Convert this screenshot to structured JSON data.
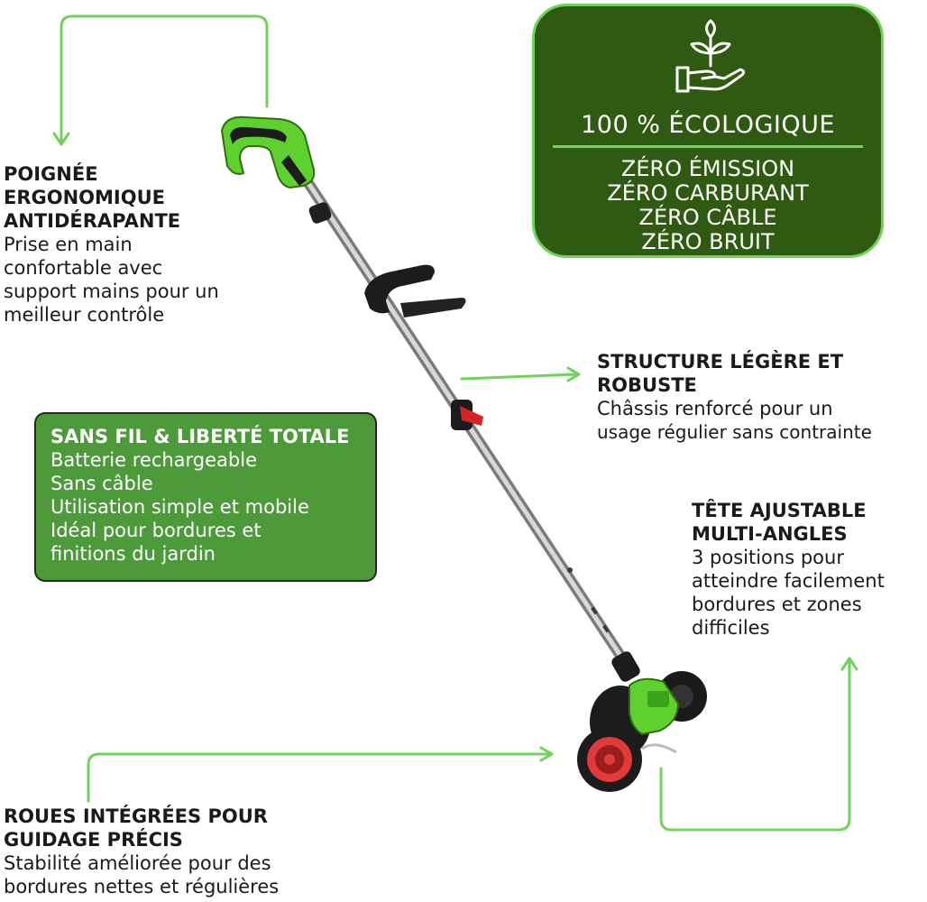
{
  "eco": {
    "title": "100 % ÉCOLOGIQUE",
    "lines": [
      "ZÉRO ÉMISSION",
      "ZÉRO CARBURANT",
      "ZÉRO CÂBLE",
      "ZÉRO BRUIT"
    ],
    "icon": "plant-hand-icon"
  },
  "handle": {
    "title_lines": [
      "POIGNÉE",
      "ERGONOMIQUE",
      "ANTIDÉRAPANTE"
    ],
    "text_lines": [
      "Prise en main",
      "confortable avec",
      "support mains pour un",
      "meilleur contrôle"
    ]
  },
  "structure": {
    "title_lines": [
      "STRUCTURE LÉGÈRE ET",
      "ROBUSTE"
    ],
    "text_lines": [
      "Châssis renforcé pour un",
      "usage régulier sans contrainte"
    ]
  },
  "cordless": {
    "title": "SANS FIL & LIBERTÉ TOTALE",
    "lines": [
      "Batterie rechargeable",
      "Sans câble",
      "Utilisation simple et mobile",
      "Idéal pour bordures et",
      "finitions du jardin"
    ]
  },
  "head": {
    "title_lines": [
      "TÊTE AJUSTABLE",
      "MULTI-ANGLES"
    ],
    "text_lines": [
      "3 positions pour",
      "atteindre facilement",
      "bordures et zones",
      "difficiles"
    ]
  },
  "wheels": {
    "title_lines": [
      "ROUES INTÉGRÉES POUR",
      "GUIDAGE PRÉCIS"
    ],
    "text_lines": [
      "Stabilité améliorée pour des",
      "bordures nettes et régulières"
    ]
  },
  "colors": {
    "arrow_green": "#6fd35a",
    "eco_bg": "#2f5a12",
    "box_green": "#4c9a3a",
    "tool_green": "#5fd12e"
  }
}
